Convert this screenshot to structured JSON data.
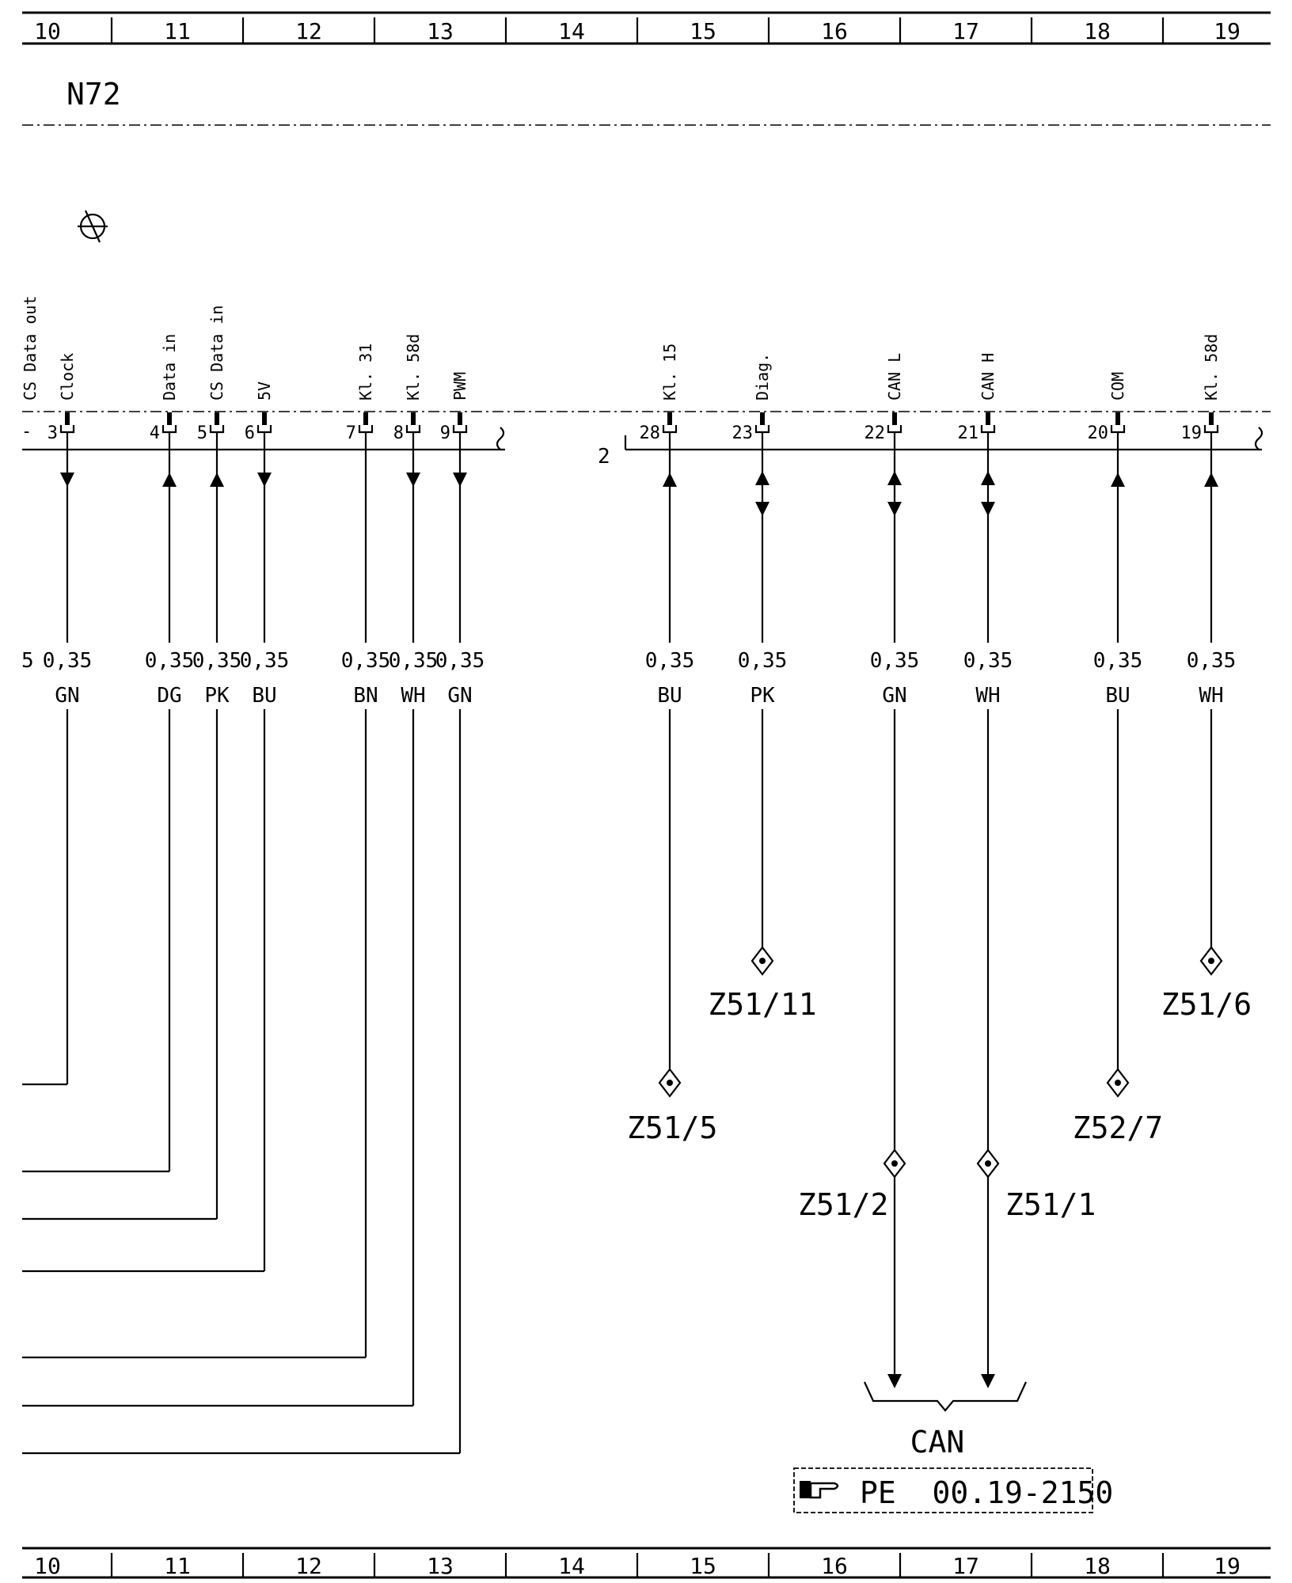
{
  "grid_numbers": [
    "10",
    "11",
    "12",
    "13",
    "14",
    "15",
    "16",
    "17",
    "18",
    "19"
  ],
  "component": "N72",
  "connector_2_label": "2",
  "left_cutoff": {
    "signal_label": "CS Data out",
    "cs_prefix": "5",
    "pin_prefix": "-"
  },
  "pins": [
    {
      "id": "p3",
      "num": "3",
      "signal": "Clock",
      "size": "0,35",
      "color": "GN",
      "dir": "down"
    },
    {
      "id": "p4",
      "num": "4",
      "signal": "Data in",
      "size": "0,35",
      "color": "DG",
      "dir": "up"
    },
    {
      "id": "p5",
      "num": "5",
      "signal": "CS Data in",
      "size": "0,35",
      "color": "PK",
      "dir": "up"
    },
    {
      "id": "p6",
      "num": "6",
      "signal": "5V",
      "size": "0,35",
      "color": "BU",
      "dir": "down"
    },
    {
      "id": "p7",
      "num": "7",
      "signal": "Kl. 31",
      "size": "0,35",
      "color": "BN",
      "dir": "none"
    },
    {
      "id": "p8",
      "num": "8",
      "signal": "Kl. 58d",
      "size": "0,35",
      "color": "WH",
      "dir": "down"
    },
    {
      "id": "p9",
      "num": "9",
      "signal": "PWM",
      "size": "0,35",
      "color": "GN",
      "dir": "down"
    },
    {
      "id": "p28",
      "num": "28",
      "signal": "Kl. 15",
      "size": "0,35",
      "color": "BU",
      "dir": "up",
      "splice": "Z51/5"
    },
    {
      "id": "p23",
      "num": "23",
      "signal": "Diag.",
      "size": "0,35",
      "color": "PK",
      "dir": "both",
      "splice": "Z51/11"
    },
    {
      "id": "p22",
      "num": "22",
      "signal": "CAN L",
      "size": "0,35",
      "color": "GN",
      "dir": "both",
      "splice": "Z51/2"
    },
    {
      "id": "p21",
      "num": "21",
      "signal": "CAN H",
      "size": "0,35",
      "color": "WH",
      "dir": "both",
      "splice": "Z51/1"
    },
    {
      "id": "p20",
      "num": "20",
      "signal": "COM",
      "size": "0,35",
      "color": "BU",
      "dir": "up",
      "splice": "Z52/7"
    },
    {
      "id": "p19",
      "num": "19",
      "signal": "Kl. 58d",
      "size": "0,35",
      "color": "WH",
      "dir": "up",
      "splice": "Z51/6"
    }
  ],
  "can_bus": {
    "label": "CAN",
    "reference": "PE  00.19-2150"
  }
}
